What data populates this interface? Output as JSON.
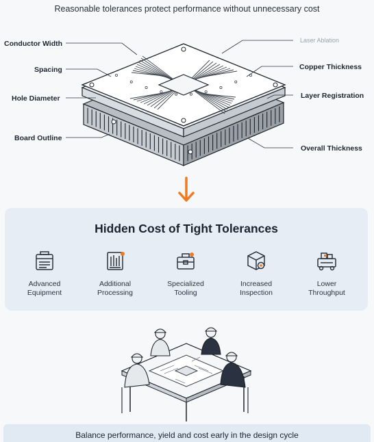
{
  "header": {
    "caption": "Reasonable tolerances protect performance without unnecessary cost"
  },
  "diagram": {
    "callouts_left": [
      "Conductor Width",
      "Spacing",
      "Hole Diameter",
      "Board Outline"
    ],
    "callouts_right": [
      "Laser Ablation",
      "Copper Thickness",
      "Layer Registration",
      "Overall Thickness"
    ],
    "accent_color": "#ee7a22"
  },
  "cost_panel": {
    "title": "Hidden Cost of Tight Tolerances",
    "items": [
      {
        "line1": "Advanced",
        "line2": "Equipment",
        "icon": "equipment-icon"
      },
      {
        "line1": "Additional",
        "line2": "Processing",
        "icon": "processing-icon"
      },
      {
        "line1": "Specialized",
        "line2": "Tooling",
        "icon": "toolbox-icon"
      },
      {
        "line1": "Increased",
        "line2": "Inspection",
        "icon": "inspection-icon"
      },
      {
        "line1": "Lower",
        "line2": "Throughput",
        "icon": "throughput-icon"
      }
    ]
  },
  "footer": {
    "text": "Balance performance, yield and cost early in the design cycle"
  }
}
